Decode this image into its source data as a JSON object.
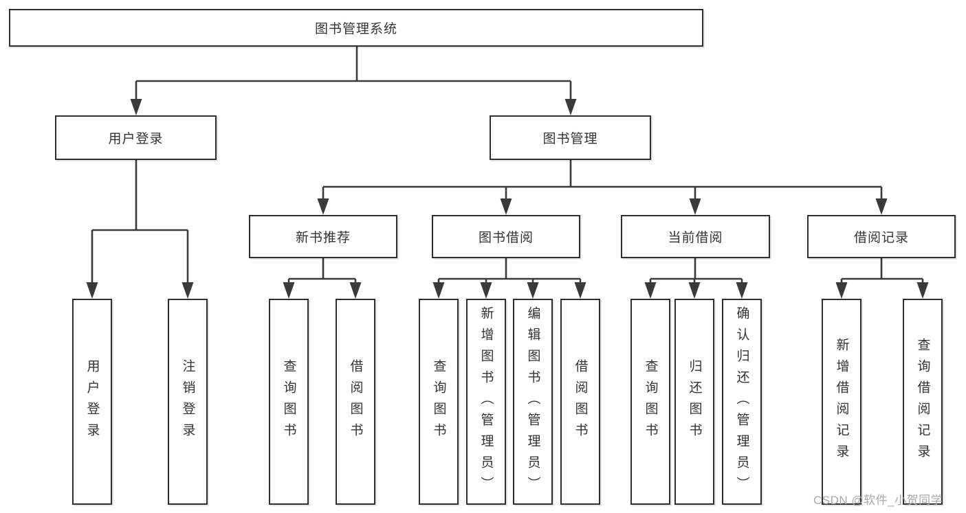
{
  "diagram": {
    "root": {
      "label": "图书管理系统"
    },
    "branches": [
      {
        "label": "用户登录",
        "children": [
          {
            "label": "用户登录"
          },
          {
            "label": "注销登录"
          }
        ]
      },
      {
        "label": "图书管理",
        "children": [
          {
            "label": "新书推荐",
            "children": [
              {
                "label": "查询图书"
              },
              {
                "label": "借阅图书"
              }
            ]
          },
          {
            "label": "图书借阅",
            "children": [
              {
                "label": "查询图书"
              },
              {
                "label": "新增图书（管理员）"
              },
              {
                "label": "编辑图书（管理员）"
              },
              {
                "label": "借阅图书"
              }
            ]
          },
          {
            "label": "当前借阅",
            "children": [
              {
                "label": "查询图书"
              },
              {
                "label": "归还图书"
              },
              {
                "label": "确认归还（管理员）"
              }
            ]
          },
          {
            "label": "借阅记录",
            "children": [
              {
                "label": "新增借阅记录"
              },
              {
                "label": "查询借阅记录"
              }
            ]
          }
        ]
      }
    ]
  },
  "watermark": {
    "text": "CSDN @软件_小贺同学"
  },
  "colors": {
    "line": "#3a3a3a",
    "border": "#2e2e2e",
    "text": "#333333",
    "watermark": "#a8a8a8",
    "background": "#ffffff"
  }
}
